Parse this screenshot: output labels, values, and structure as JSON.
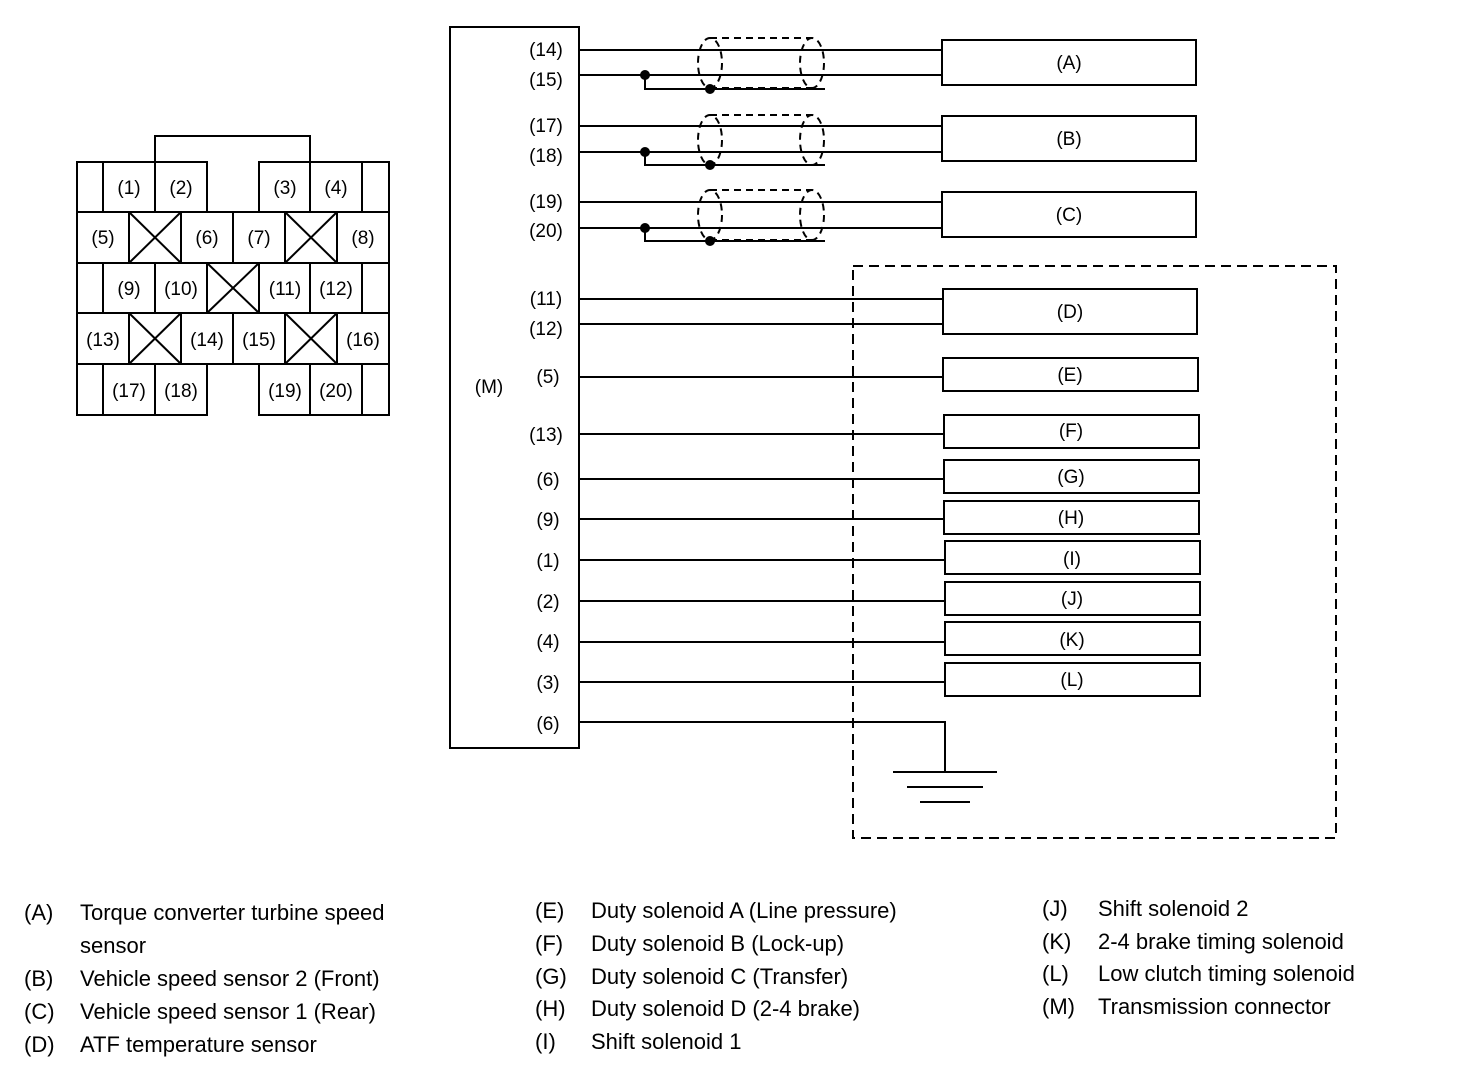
{
  "diagram": {
    "connector_pinout": {
      "rows": [
        [
          "(1)",
          "(2)",
          "",
          "(3)",
          "(4)"
        ],
        [
          "(5)",
          "X",
          "(6)",
          "(7)",
          "X",
          "(8)"
        ],
        [
          "(9)",
          "(10)",
          "X",
          "(11)",
          "(12)"
        ],
        [
          "(13)",
          "X",
          "(14)",
          "(15)",
          "X",
          "(16)"
        ],
        [
          "(17)",
          "(18)",
          "",
          "(19)",
          "(20)"
        ]
      ],
      "cells": {
        "c1": "(1)",
        "c2": "(2)",
        "c3": "(3)",
        "c4": "(4)",
        "c5": "(5)",
        "c6": "(6)",
        "c7": "(7)",
        "c8": "(8)",
        "c9": "(9)",
        "c10": "(10)",
        "c11": "(11)",
        "c12": "(12)",
        "c13": "(13)",
        "c14": "(14)",
        "c15": "(15)",
        "c16": "(16)",
        "c17": "(17)",
        "c18": "(18)",
        "c19": "(19)",
        "c20": "(20)"
      }
    },
    "connector_label": "(M)",
    "pin_labels": {
      "p14": "(14)",
      "p15": "(15)",
      "p17": "(17)",
      "p18": "(18)",
      "p19": "(19)",
      "p20": "(20)",
      "p11": "(11)",
      "p12": "(12)",
      "p5": "(5)",
      "p13": "(13)",
      "p6a": "(6)",
      "p9": "(9)",
      "p1": "(1)",
      "p2": "(2)",
      "p4": "(4)",
      "p3": "(3)",
      "p6b": "(6)"
    },
    "components": {
      "A": "(A)",
      "B": "(B)",
      "C": "(C)",
      "D": "(D)",
      "E": "(E)",
      "F": "(F)",
      "G": "(G)",
      "H": "(H)",
      "I": "(I)",
      "J": "(J)",
      "K": "(K)",
      "L": "(L)"
    }
  },
  "legend": [
    {
      "key": "(A)",
      "text": "Torque converter turbine speed",
      "text2": "sensor"
    },
    {
      "key": "(B)",
      "text": "Vehicle speed sensor 2 (Front)"
    },
    {
      "key": "(C)",
      "text": "Vehicle speed sensor 1 (Rear)"
    },
    {
      "key": "(D)",
      "text": "ATF temperature sensor"
    },
    {
      "key": "(E)",
      "text": "Duty solenoid A (Line pressure)"
    },
    {
      "key": "(F)",
      "text": "Duty solenoid B (Lock-up)"
    },
    {
      "key": "(G)",
      "text": "Duty solenoid C (Transfer)"
    },
    {
      "key": "(H)",
      "text": "Duty solenoid D (2-4 brake)"
    },
    {
      "key": "(I)",
      "text": "Shift solenoid 1"
    },
    {
      "key": "(J)",
      "text": "Shift solenoid 2"
    },
    {
      "key": "(K)",
      "text": "2-4 brake timing solenoid"
    },
    {
      "key": "(L)",
      "text": "Low clutch timing solenoid"
    },
    {
      "key": "(M)",
      "text": "Transmission connector"
    }
  ]
}
